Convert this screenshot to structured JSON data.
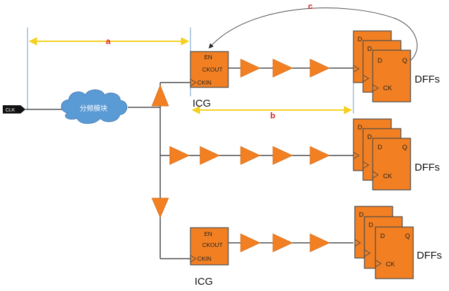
{
  "colors": {
    "cell_fill": "#f28023",
    "dimension_line": "#f5d020",
    "dimension_label": "#d42020",
    "cloud_fill": "#5b9bd5",
    "wire": "#4a4a4a"
  },
  "clk_port": {
    "label": "CLK"
  },
  "divider": {
    "label": "分频模块"
  },
  "icg_cell": {
    "label": "ICG",
    "pins": {
      "en": "EN",
      "ckout": "CKOUT",
      "ckin": "CKIN"
    }
  },
  "dff_cell": {
    "label": "DFFs",
    "pins": {
      "d": "D",
      "q": "Q",
      "ck": "CK"
    }
  },
  "dimensions": {
    "a": "a",
    "b": "b",
    "c": "c"
  }
}
